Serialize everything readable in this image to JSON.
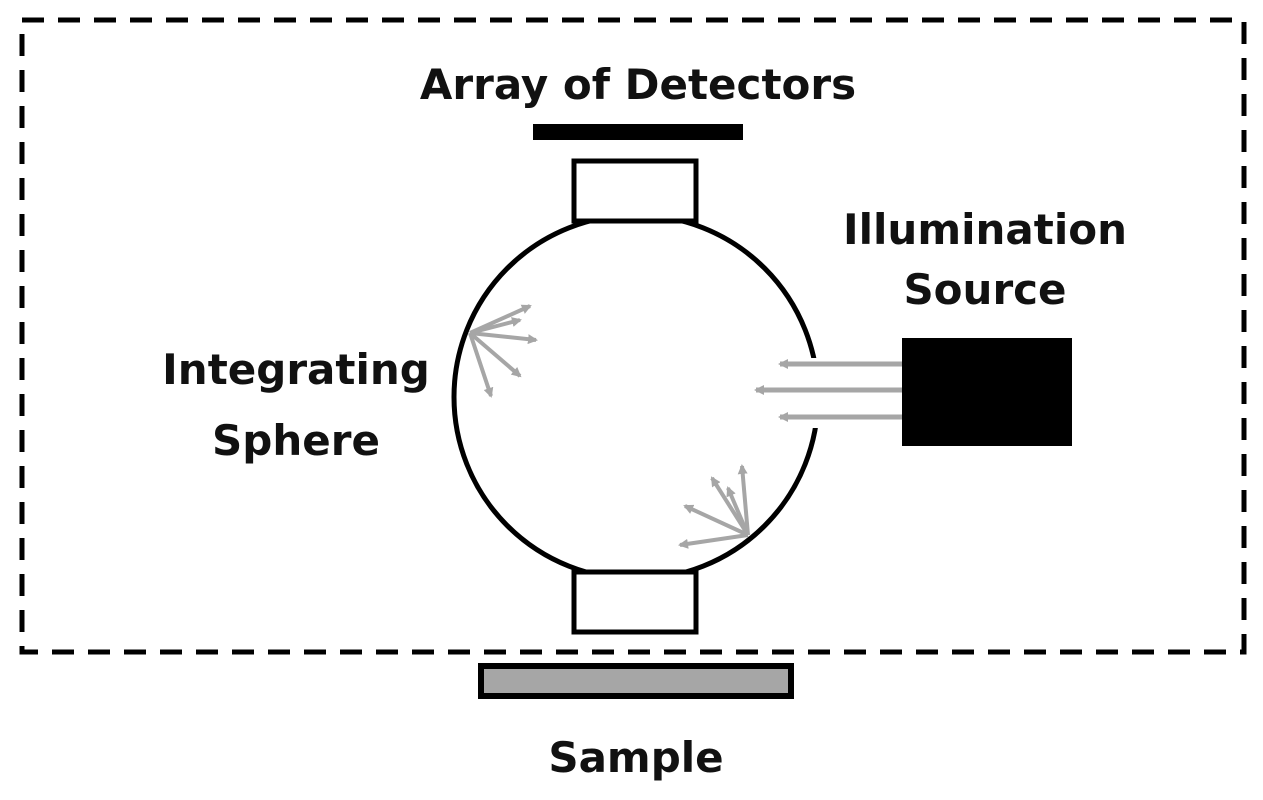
{
  "labels": {
    "detectors": "Array of Detectors",
    "illumination_line1": "Illumination",
    "illumination_line2": "Source",
    "sphere_line1": "Integrating",
    "sphere_line2": "Sphere",
    "sample": "Sample"
  },
  "colors": {
    "stroke": "#000000",
    "arrow": "#a6a6a6",
    "sample_fill": "#a6a6a6",
    "background": "#ffffff"
  }
}
